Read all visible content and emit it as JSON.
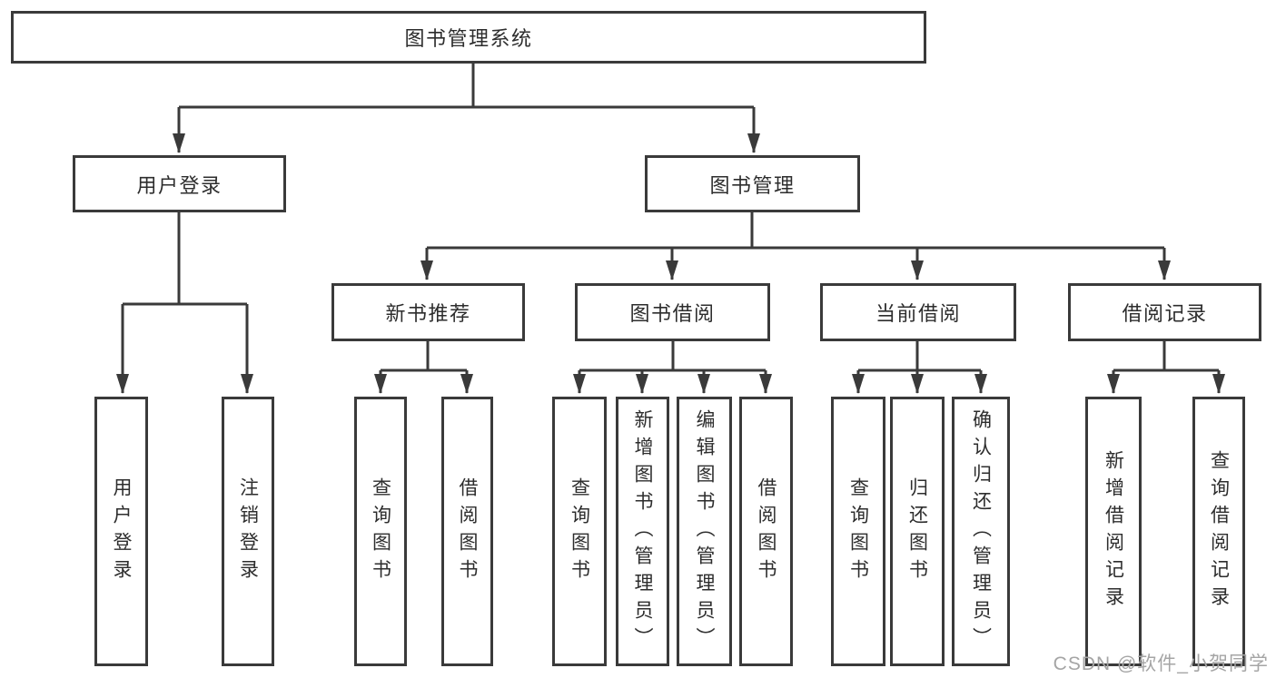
{
  "colors": {
    "background": "#ffffff",
    "line": "#3a3a3a",
    "border": "#3a3a3a",
    "text": "#2d2d2d",
    "watermark": "#a5a5a5"
  },
  "watermark": {
    "text": "CSDN @软件_小贺同学"
  },
  "tree": {
    "label": "图书管理系统",
    "children": [
      {
        "label": "用户登录",
        "children": [
          {
            "label": "用户登录"
          },
          {
            "label": "注销登录"
          }
        ]
      },
      {
        "label": "图书管理",
        "children": [
          {
            "label": "新书推荐",
            "children": [
              {
                "label": "查询图书"
              },
              {
                "label": "借阅图书"
              }
            ]
          },
          {
            "label": "图书借阅",
            "children": [
              {
                "label": "查询图书"
              },
              {
                "label": "新增图书（管理员）"
              },
              {
                "label": "编辑图书（管理员）"
              },
              {
                "label": "借阅图书"
              }
            ]
          },
          {
            "label": "当前借阅",
            "children": [
              {
                "label": "查询图书"
              },
              {
                "label": "归还图书"
              },
              {
                "label": "确认归还（管理员）"
              }
            ]
          },
          {
            "label": "借阅记录",
            "children": [
              {
                "label": "新增借阅记录"
              },
              {
                "label": "查询借阅记录"
              }
            ]
          }
        ]
      }
    ]
  }
}
